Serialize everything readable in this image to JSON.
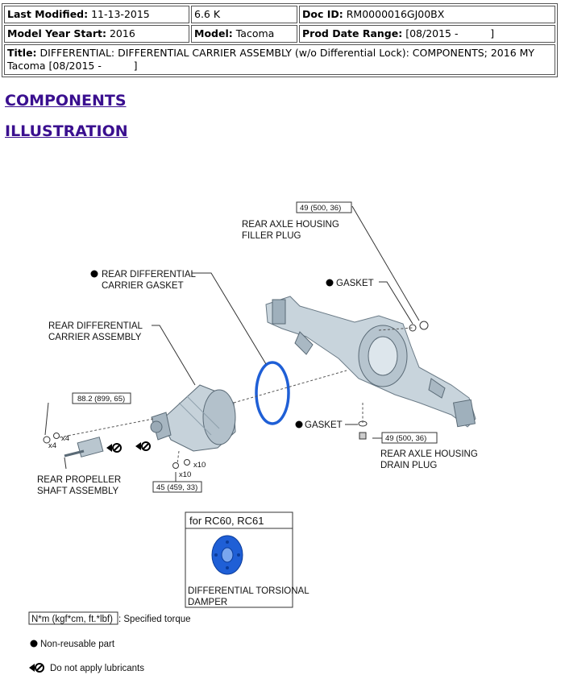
{
  "header": {
    "last_modified_label": "Last Modified:",
    "last_modified_value": "11-13-2015",
    "size": "6.6 K",
    "doc_id_label": "Doc ID:",
    "doc_id_value": "RM0000016GJ00BX",
    "model_year_label": "Model Year Start:",
    "model_year_value": "2016",
    "model_label": "Model:",
    "model_value": "Tacoma",
    "prod_date_label": "Prod Date Range:",
    "prod_date_value": "[08/2015 -          ]",
    "title_label": "Title:",
    "title_value": "DIFFERENTIAL: DIFFERENTIAL CARRIER ASSEMBLY (w/o Differential Lock): COMPONENTS; 2016 MY Tacoma [08/2015 -          ]"
  },
  "sections": {
    "components": "COMPONENTS",
    "illustration": "ILLUSTRATION"
  },
  "illustration": {
    "filler_torque": "49 (500, 36)",
    "filler_plug": [
      "REAR AXLE HOUSING",
      "FILLER PLUG"
    ],
    "carrier_gasket": [
      "REAR DIFFERENTIAL",
      "CARRIER GASKET"
    ],
    "gasket_upper": "GASKET",
    "carrier_assembly": [
      "REAR DIFFERENTIAL",
      "CARRIER ASSEMBLY"
    ],
    "flange_torque": "88.2 (899, 65)",
    "x4_a": "x4",
    "x4_b": "x4",
    "gasket_lower": "GASKET",
    "drain_torque": "49 (500, 36)",
    "drain_plug": [
      "REAR AXLE HOUSING",
      "DRAIN PLUG"
    ],
    "x10_a": "x10",
    "x10_b": "x10",
    "carrier_torque": "45 (459, 33)",
    "propeller_shaft": [
      "REAR PROPELLER",
      "SHAFT ASSEMBLY"
    ],
    "rc_note": "for RC60, RC61",
    "damper": [
      "DIFFERENTIAL TORSIONAL",
      "DAMPER"
    ]
  },
  "legend": {
    "torque_unit": "N*m (kgf*cm, ft.*lbf)",
    "torque_desc": ": Specified torque",
    "non_reusable": "Non-reusable part",
    "no_lube": "Do not apply lubricants"
  },
  "colors": {
    "link": "#3a0f8f",
    "gasket_blue": "#1f5fd6",
    "housing": "#c8d4dc"
  }
}
